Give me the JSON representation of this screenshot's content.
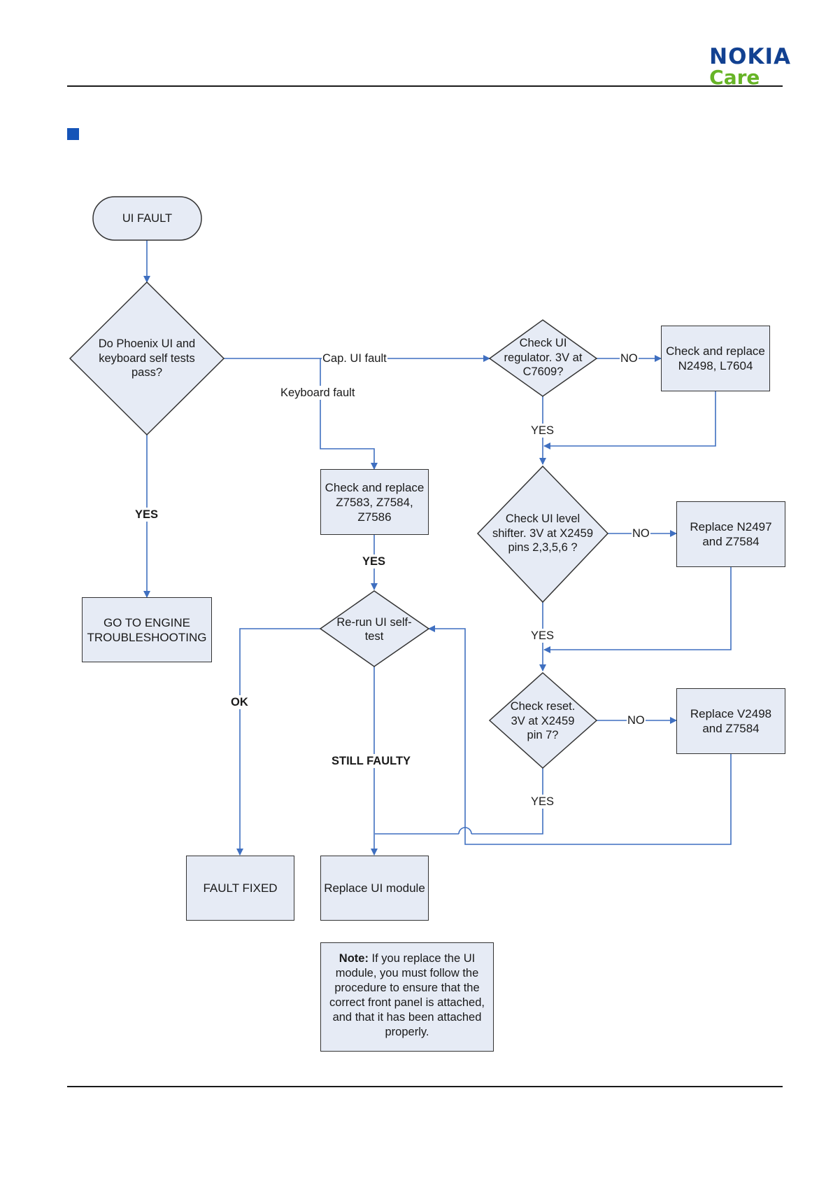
{
  "brand": {
    "name": "NOKIA",
    "sub": "Care",
    "primary_color": "#124191",
    "secondary_color": "#67b427"
  },
  "accent_color": "#1554b8",
  "flow": {
    "start": "UI FAULT",
    "q_selftest": "Do Phoenix UI and keyboard self tests pass?",
    "goto_engine": "GO TO ENGINE TROUBLESHOOTING",
    "check_replace_z": "Check and replace Z7583, Z7584, Z7586",
    "q_rerun": "Re-run UI self-test",
    "fault_fixed": "FAULT FIXED",
    "replace_ui": "Replace UI module",
    "q_regulator": "Check UI regulator. 3V at C7609?",
    "replace_n2498": "Check and replace N2498, L7604",
    "q_level_shifter": "Check UI level shifter. 3V at X2459 pins 2,3,5,6 ?",
    "replace_n2497": "Replace N2497 and Z7584",
    "q_reset": "Check reset. 3V at X2459 pin 7?",
    "replace_v2498": "Replace V2498 and Z7584"
  },
  "labels": {
    "cap_ui_fault": "Cap. UI fault",
    "keyboard_fault": "Keyboard fault",
    "yes_engine": "YES",
    "yes_z": "YES",
    "ok": "OK",
    "still_faulty": "STILL FAULTY",
    "no_1": "NO",
    "yes_1": "YES",
    "no_2": "NO",
    "yes_2": "YES",
    "no_3": "NO",
    "yes_3": "YES"
  },
  "note": {
    "bold": "Note:",
    "text": "If you replace the UI module, you must follow the procedure to ensure that the correct front panel is attached, and that it has been attached properly."
  }
}
